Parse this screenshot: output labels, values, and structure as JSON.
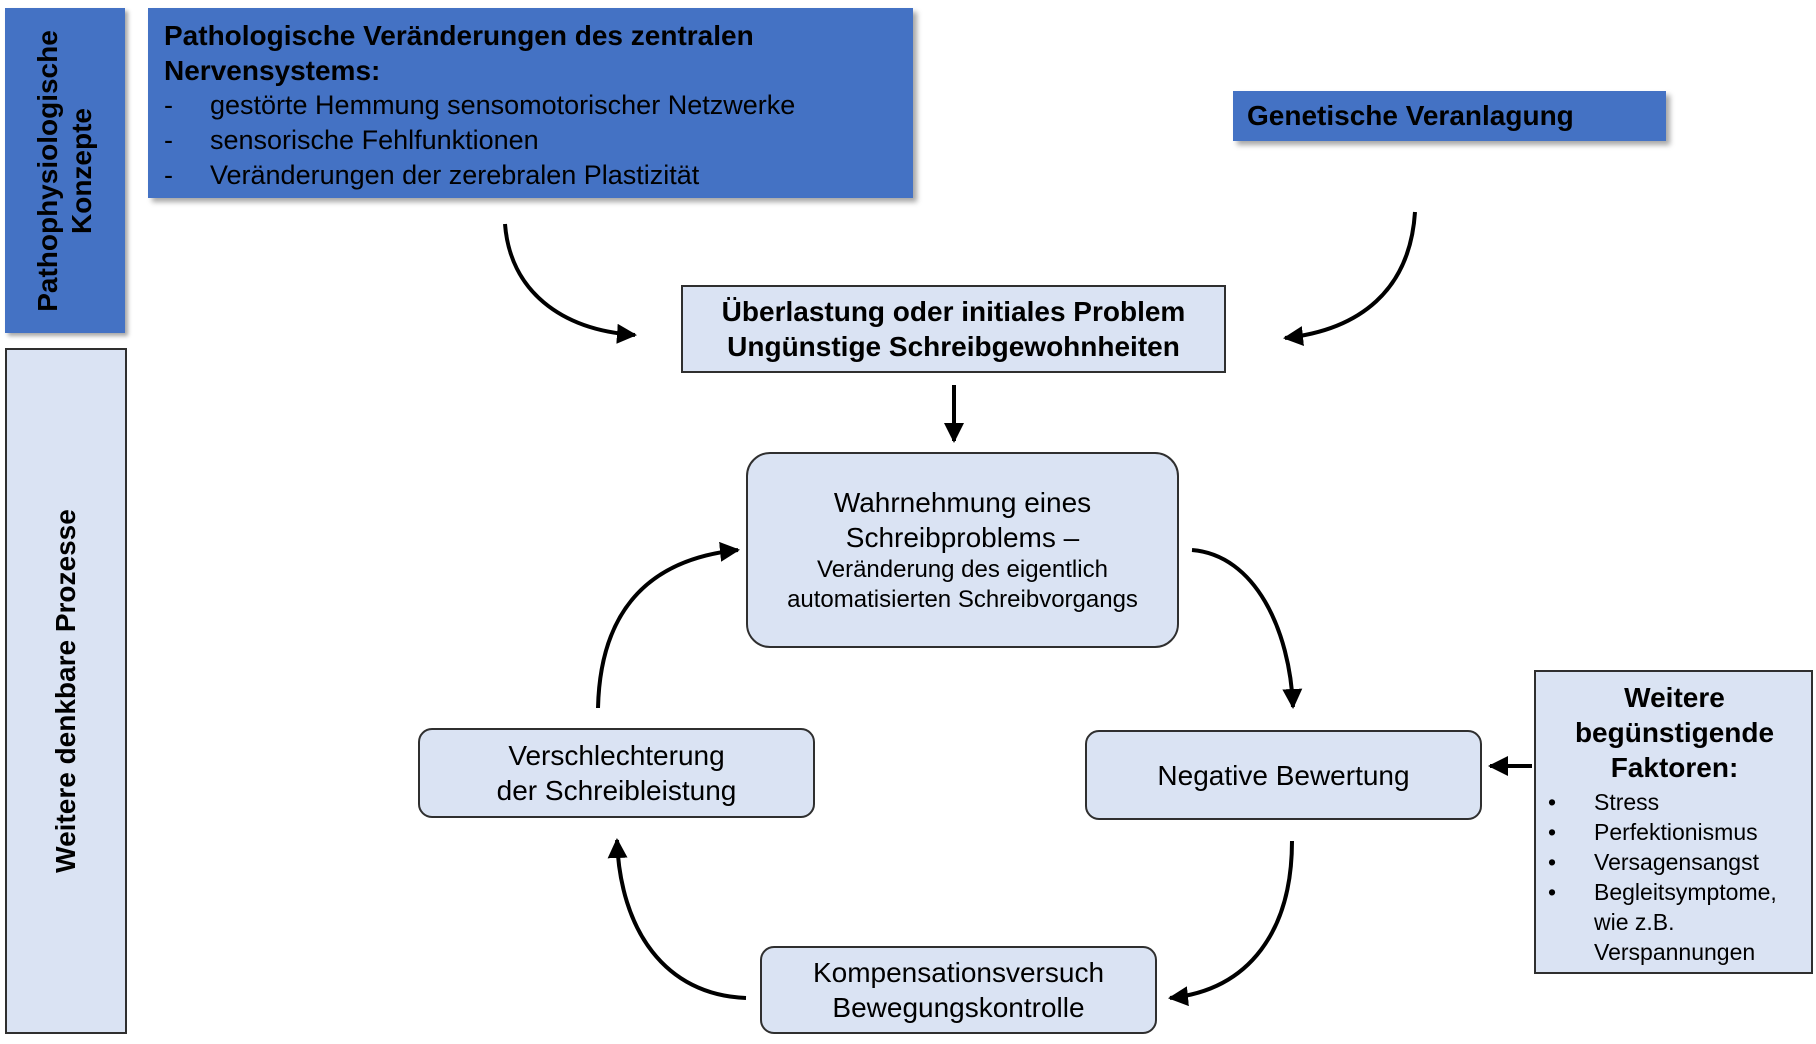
{
  "side_labels": {
    "top": "Pathophysiologische Konzepte",
    "bottom": "Weitere denkbare Prozesse"
  },
  "patho": {
    "title_line1": "Pathologische Veränderungen des zentralen",
    "title_line2": "Nervensystems:",
    "items": [
      "gestörte Hemmung sensomotorischer Netzwerke",
      "sensorische Fehlfunktionen",
      "Veränderungen der zerebralen Plastizität"
    ],
    "dash": "-"
  },
  "genetic": {
    "label": "Genetische Veranlagung"
  },
  "overload": {
    "line1": "Überlastung oder initiales Problem",
    "line2": "Ungünstige Schreibgewohnheiten"
  },
  "cycle": {
    "perception": {
      "line1": "Wahrnehmung eines",
      "line2": "Schreibproblems –",
      "line3": "Veränderung des eigentlich",
      "line4": "automatisierten Schreibvorgangs"
    },
    "negative": {
      "label": "Negative Bewertung"
    },
    "compensation": {
      "line1": "Kompensationsversuch",
      "line2": "Bewegungskontrolle"
    },
    "worsening": {
      "line1": "Verschlechterung",
      "line2": "der Schreibleistung"
    }
  },
  "factors": {
    "title": "Weitere begünstigende Faktoren:",
    "bullet": "•",
    "items": [
      "Stress",
      "Perfektionismus",
      "Versagensangst",
      "Begleitsymptome, wie z.B. Verspannungen"
    ]
  },
  "colors": {
    "blue": "#4472c4",
    "light_blue": "#dae3f3",
    "border": "#2f2f2f",
    "arrow": "#000000"
  }
}
